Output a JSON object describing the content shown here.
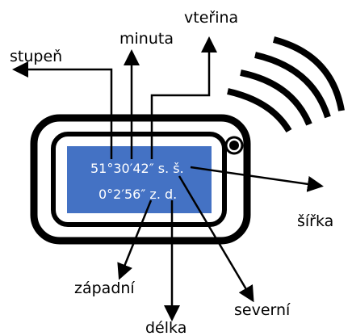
{
  "screen": {
    "line1": "51°30′42″ s. š.",
    "line2": "0°2′56″ z. d.",
    "color": "#4472C4"
  },
  "labels": {
    "stupen": "stupeň",
    "minuta": "minuta",
    "vterina": "vteřina",
    "sirka": "šířka",
    "zapadni": "západní",
    "delka": "délka",
    "severni": "severní"
  },
  "icons": {
    "device": "gps-device-icon",
    "signal": "signal-waves-icon",
    "button": "device-button-icon"
  }
}
